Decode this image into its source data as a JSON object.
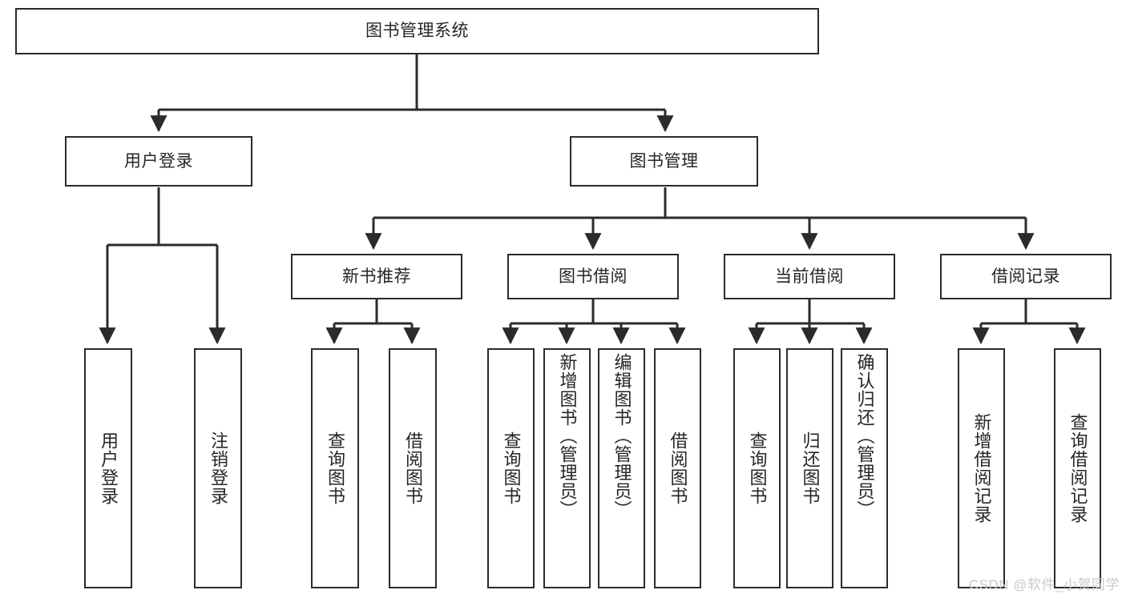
{
  "diagram": {
    "title": "图书管理系统",
    "type": "tree-hierarchy-chart",
    "root": {
      "label": "图书管理系统"
    },
    "level2": [
      {
        "label": "用户登录"
      },
      {
        "label": "图书管理"
      }
    ],
    "level3": [
      {
        "label": "新书推荐"
      },
      {
        "label": "图书借阅"
      },
      {
        "label": "当前借阅"
      },
      {
        "label": "借阅记录"
      }
    ],
    "leaves": {
      "user_login": [
        {
          "label": "用户登录"
        },
        {
          "label": "注销登录"
        }
      ],
      "new_book_recommend": [
        {
          "label": "查询图书"
        },
        {
          "label": "借阅图书"
        }
      ],
      "book_borrow": [
        {
          "label": "查询图书"
        },
        {
          "label": "新增图书（管理员）"
        },
        {
          "label": "编辑图书（管理员）"
        },
        {
          "label": "借阅图书"
        }
      ],
      "current_borrow": [
        {
          "label": "查询图书"
        },
        {
          "label": "归还图书"
        },
        {
          "label": "确认归还（管理员）"
        }
      ],
      "borrow_record": [
        {
          "label": "新增借阅记录"
        },
        {
          "label": "查询借阅记录"
        }
      ]
    }
  },
  "watermark": {
    "text": "CSDN @软件_小贺同学"
  },
  "colors": {
    "stroke": "#2b2b2b",
    "text": "#262626",
    "background": "#ffffff",
    "watermark": "#c9c9c9"
  }
}
